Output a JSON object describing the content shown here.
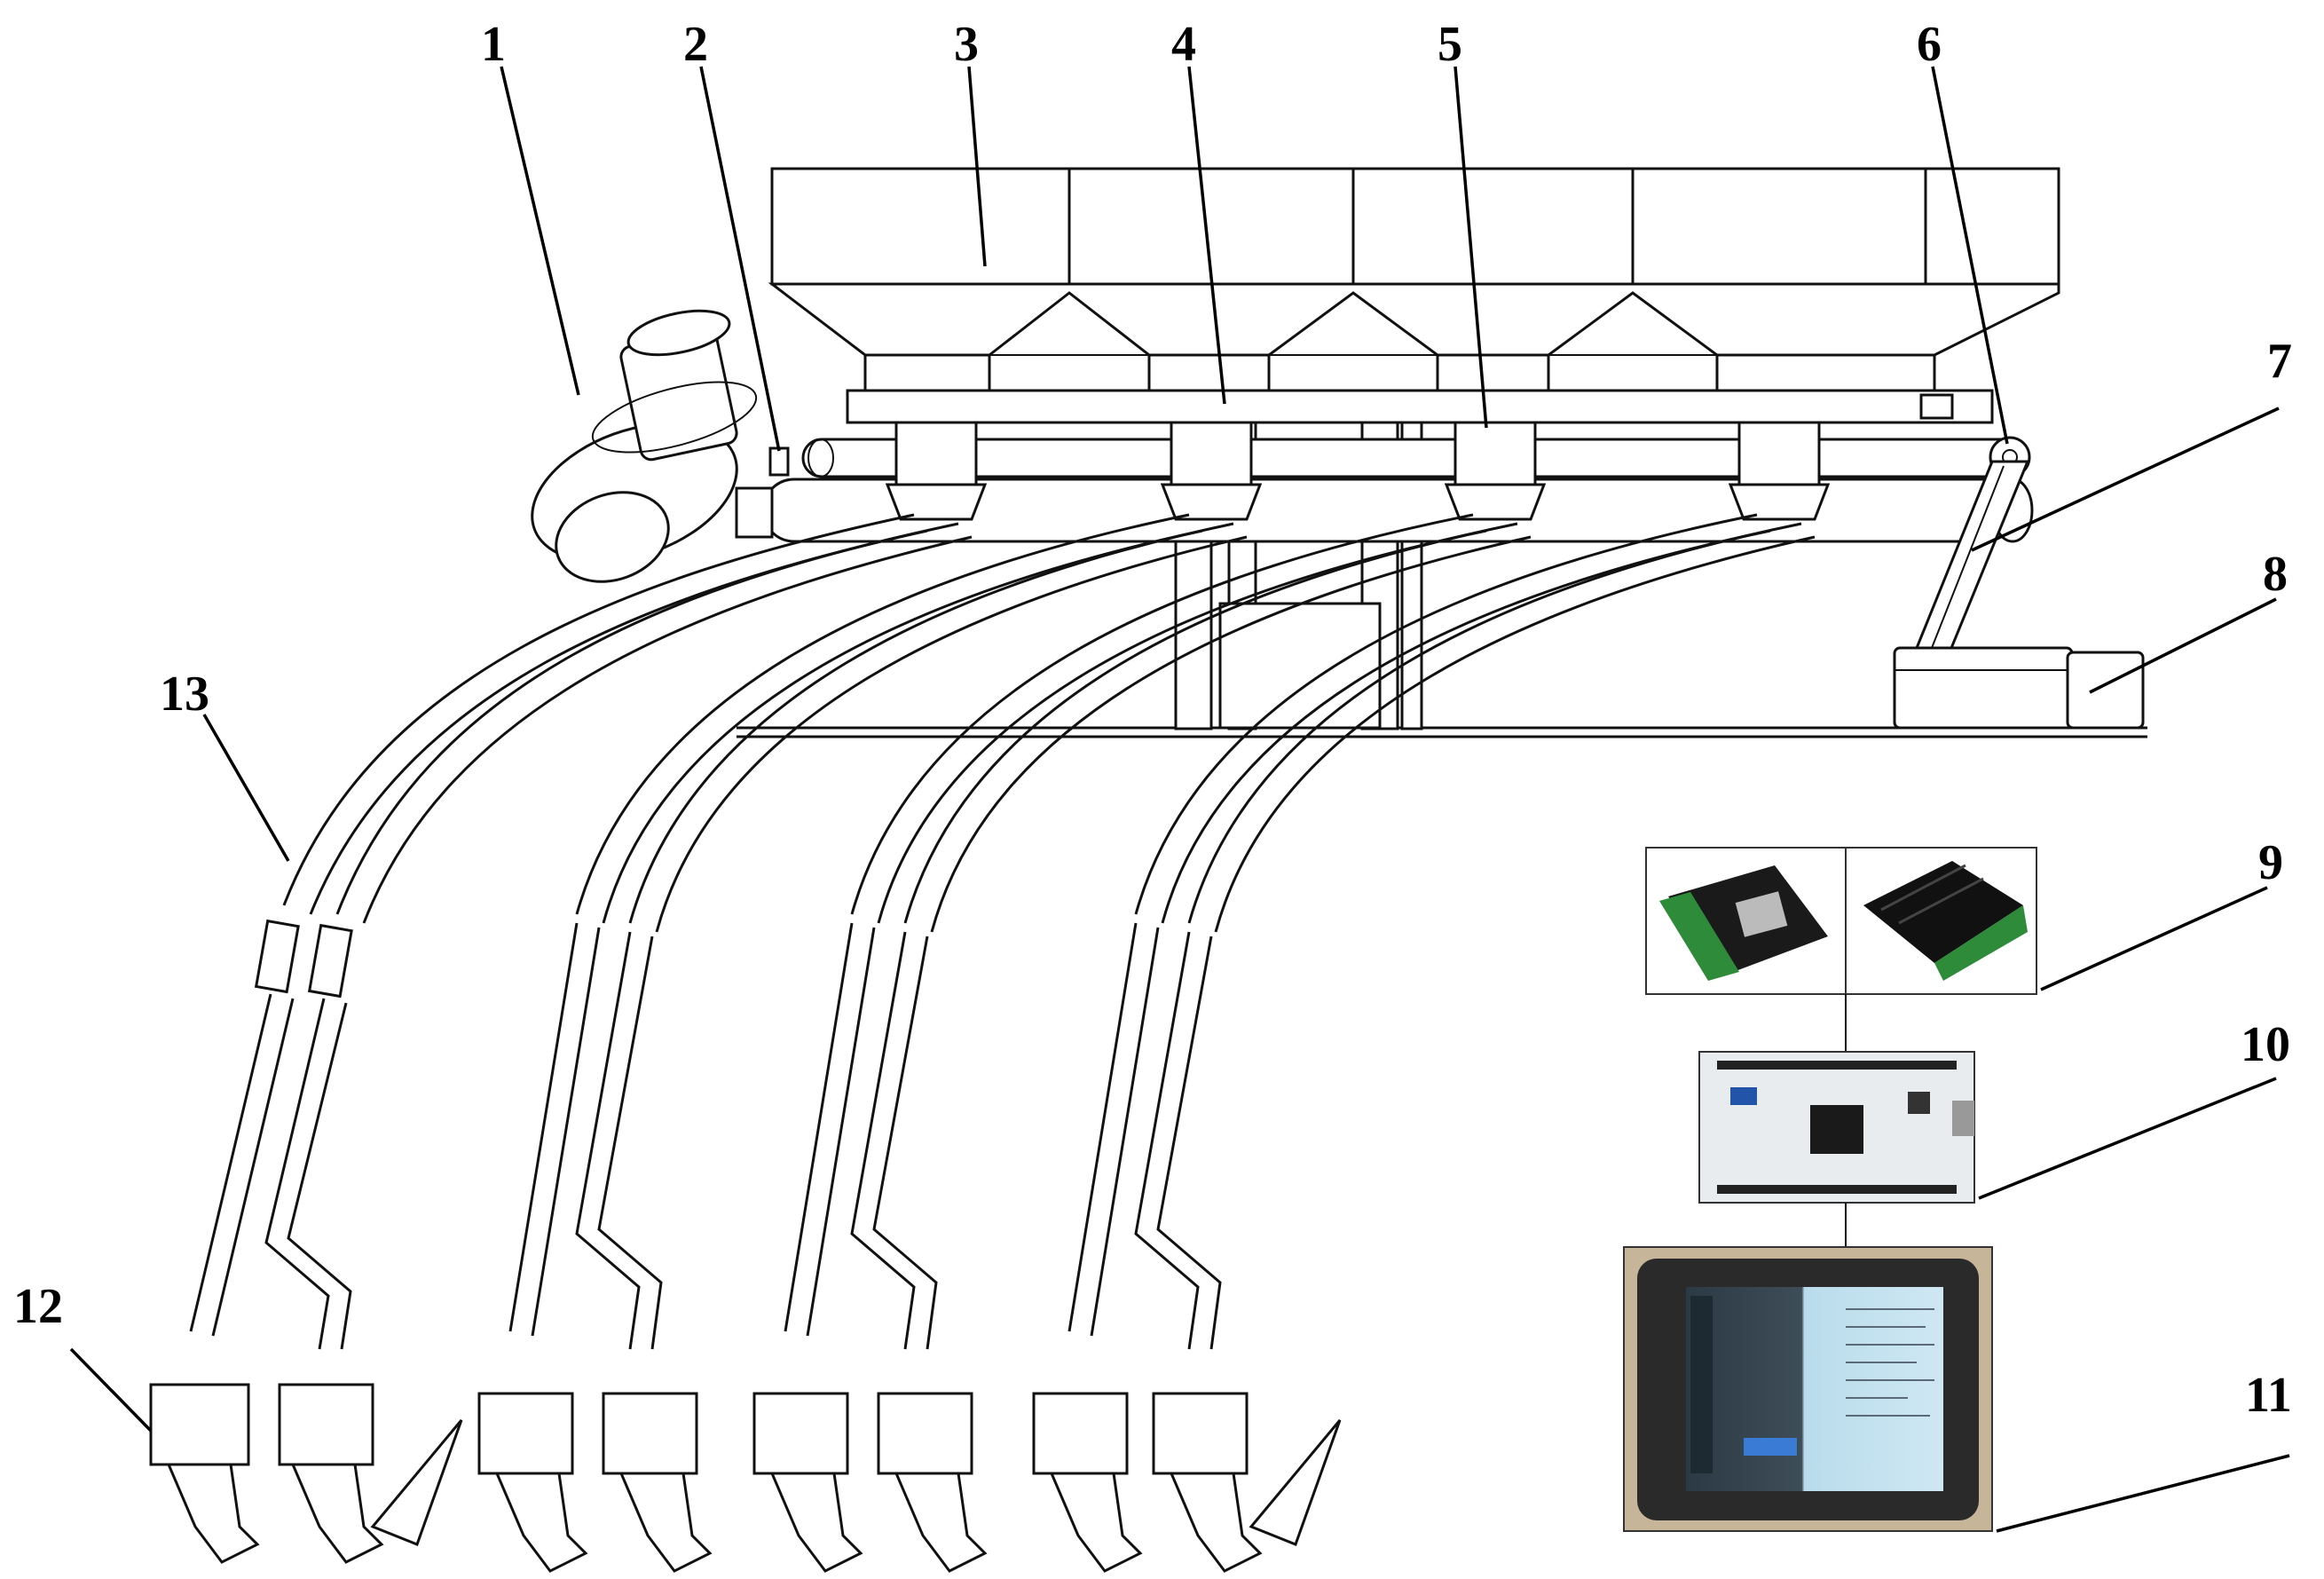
{
  "callouts": [
    {
      "id": "1",
      "label": "1"
    },
    {
      "id": "2",
      "label": "2"
    },
    {
      "id": "3",
      "label": "3"
    },
    {
      "id": "4",
      "label": "4"
    },
    {
      "id": "5",
      "label": "5"
    },
    {
      "id": "6",
      "label": "6"
    },
    {
      "id": "7",
      "label": "7"
    },
    {
      "id": "8",
      "label": "8"
    },
    {
      "id": "9",
      "label": "9"
    },
    {
      "id": "10",
      "label": "10"
    },
    {
      "id": "11",
      "label": "11"
    },
    {
      "id": "12",
      "label": "12"
    },
    {
      "id": "13",
      "label": "13"
    }
  ],
  "colors": {
    "line": "#111111",
    "board_green": "#2e8b3a",
    "board_black": "#1a1a1a",
    "pcb_white": "#e9ecef",
    "tablet_body": "#2a2a2a",
    "tablet_screen": "#b9dcec"
  }
}
